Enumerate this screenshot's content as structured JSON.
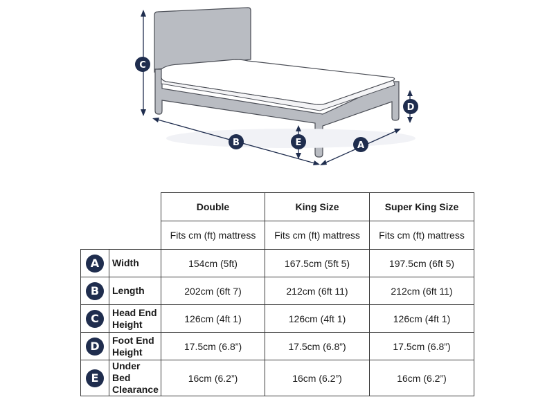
{
  "diagram": {
    "badges": {
      "a": "A",
      "b": "B",
      "c": "C",
      "d": "D",
      "e": "E"
    }
  },
  "table": {
    "columns": [
      "Double",
      "King Size",
      "Super King Size"
    ],
    "subheader": "Fits cm (ft) mattress",
    "rows": [
      {
        "badge": "A",
        "label": "Width",
        "values": [
          "154cm (5ft)",
          "167.5cm (5ft 5)",
          "197.5cm (6ft 5)"
        ]
      },
      {
        "badge": "B",
        "label": "Length",
        "values": [
          "202cm (6ft 7)",
          "212cm (6ft 11)",
          "212cm (6ft 11)"
        ]
      },
      {
        "badge": "C",
        "label": "Head End Height",
        "values": [
          "126cm (4ft 1)",
          "126cm (4ft 1)",
          "126cm (4ft 1)"
        ]
      },
      {
        "badge": "D",
        "label": "Foot End Height",
        "values": [
          "17.5cm (6.8”)",
          "17.5cm (6.8”)",
          "17.5cm (6.8”)"
        ]
      },
      {
        "badge": "E",
        "label": "Under Bed Clearance",
        "values": [
          "16cm (6.2”)",
          "16cm (6.2”)",
          "16cm (6.2”)"
        ]
      }
    ]
  },
  "colors": {
    "navy": "#1f2d4e",
    "frame": "#b9bcc2",
    "frame_stroke": "#4a4d55"
  }
}
